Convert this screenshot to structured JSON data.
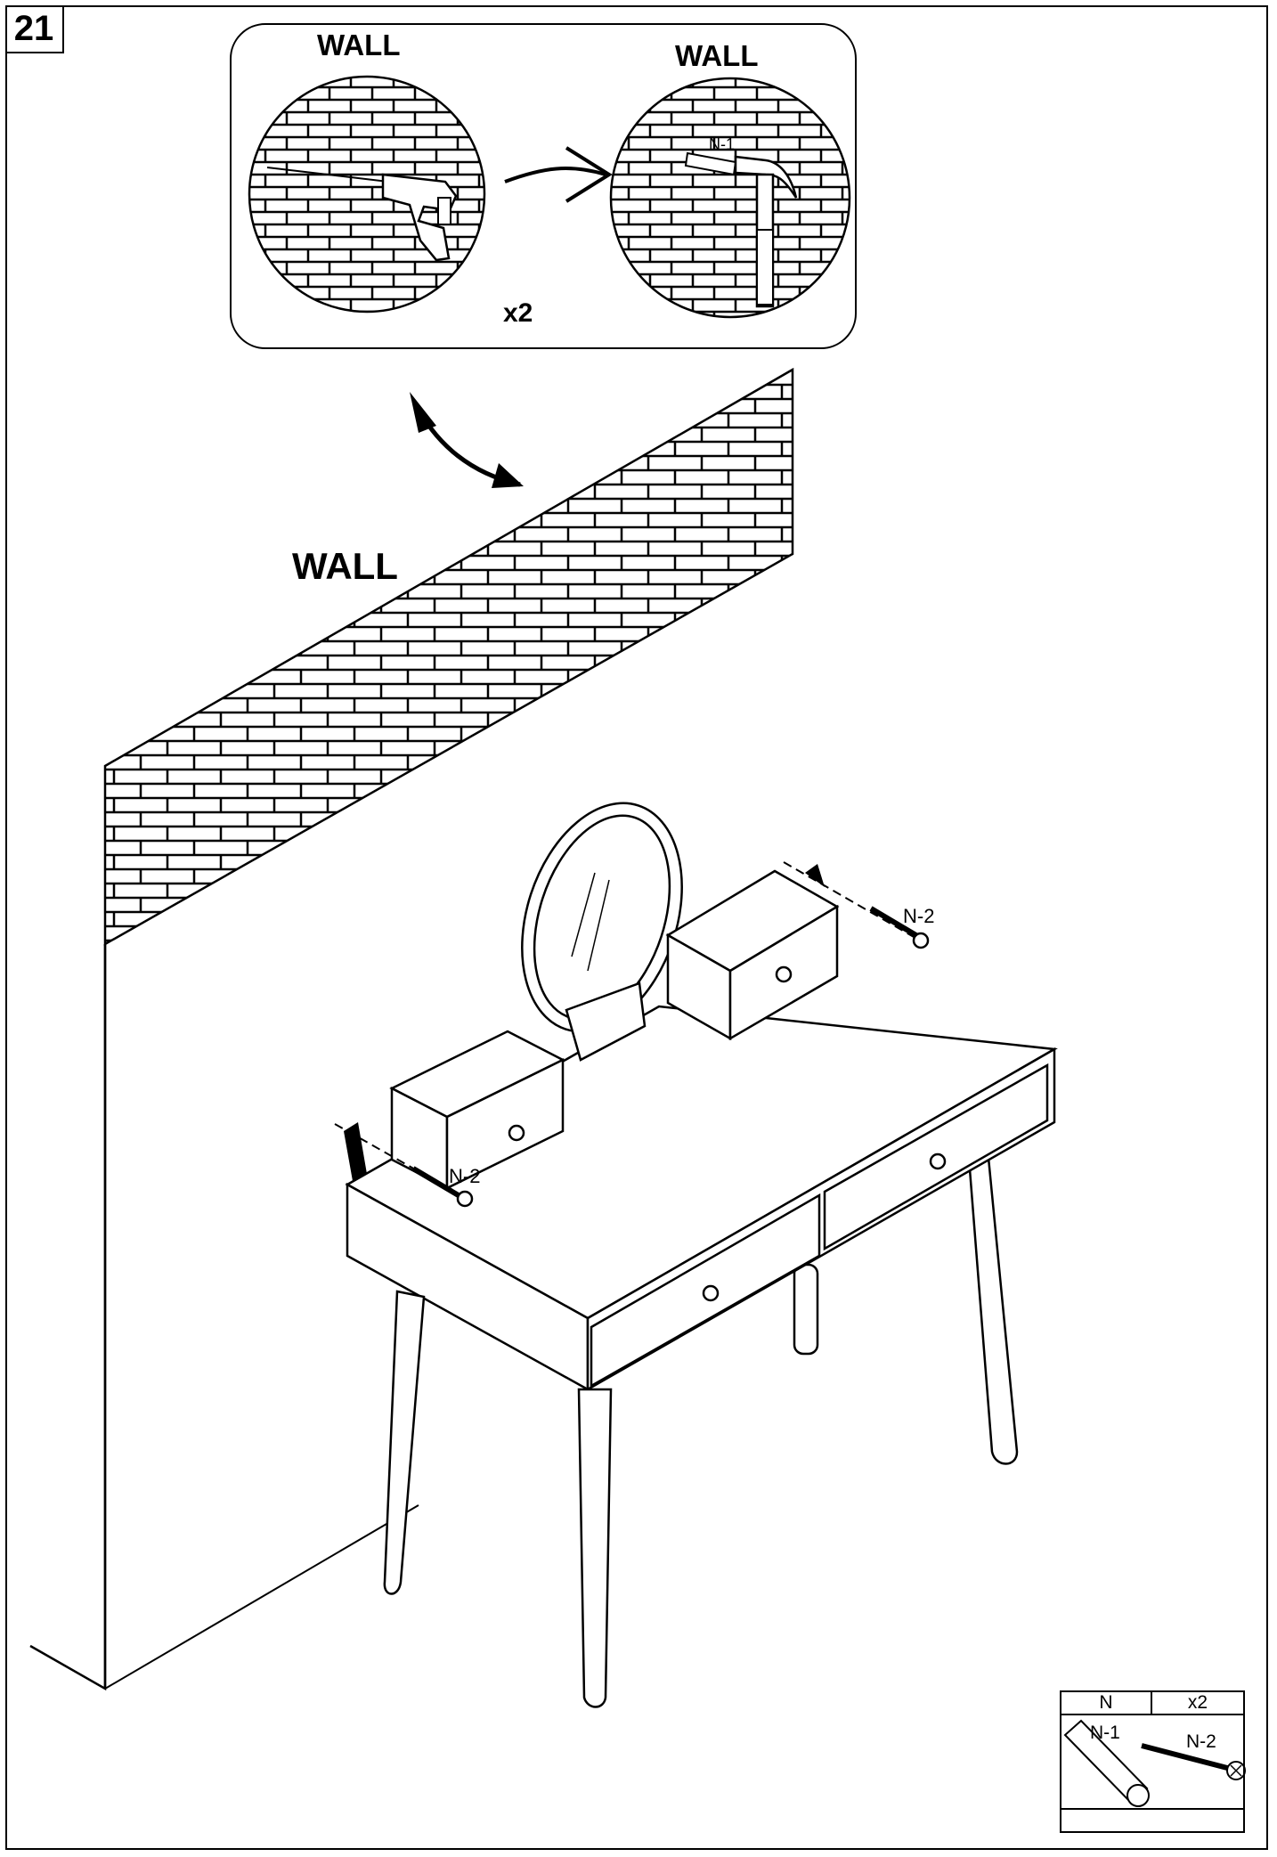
{
  "step": {
    "number": "21"
  },
  "detail": {
    "wall_left_label": "WALL",
    "wall_right_label": "WALL",
    "part_label": "N-1",
    "quantity": "x2"
  },
  "main": {
    "wall_label": "WALL",
    "screw_right_label": "N-2",
    "screw_left_label": "N-2"
  },
  "legend": {
    "header_part": "N",
    "header_qty": "x2",
    "item1_label": "N-1",
    "item2_label": "N-2"
  },
  "colors": {
    "ink": "#000000",
    "paper": "#ffffff"
  }
}
